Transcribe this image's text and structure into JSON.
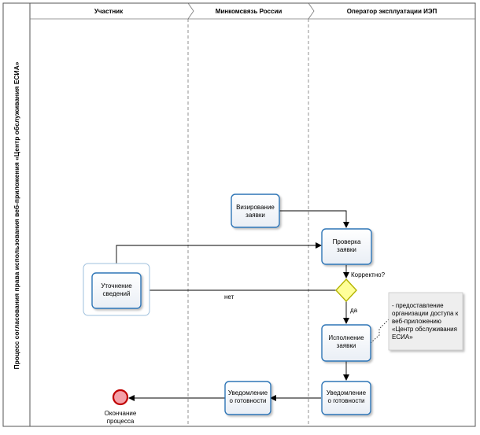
{
  "pool": {
    "title": "Процесс согласования права использования веб-приложения  «Центр обслуживания ЕСИА»"
  },
  "lanes": [
    {
      "title": "Участник"
    },
    {
      "title": "Минкомсвязь России"
    },
    {
      "title": "Оператор эксплуатации ИЭП"
    }
  ],
  "tasks": {
    "viz": [
      "Визирование",
      "заявки"
    ],
    "check": [
      "Проверка",
      "заявки"
    ],
    "refine": [
      "Уточнение",
      "сведений"
    ],
    "exec": [
      "Исполнение",
      "заявки"
    ],
    "notify_op": [
      "Уведомление",
      "о готовности"
    ],
    "notify_min": [
      "Уведомление",
      "о готовности"
    ]
  },
  "gateway": {
    "label": "Корректно?"
  },
  "flows": {
    "no": "нет",
    "yes": "да"
  },
  "annotation": {
    "lines": [
      "- предоставление",
      "организации доступа к",
      "веб-приложению",
      "«Центр обслуживания",
      "ЕСИА»"
    ]
  },
  "end_event": {
    "lines": [
      "Окончание",
      "процесса"
    ]
  },
  "colors": {
    "task_fill": "#ffffff",
    "task_stroke": "#2e75b6",
    "gateway_fill": "#ffff99",
    "gateway_stroke": "#b4b400",
    "end_fill": "#f4a0a8",
    "end_stroke": "#c00000",
    "annotation_fill": "#eeeeee"
  }
}
